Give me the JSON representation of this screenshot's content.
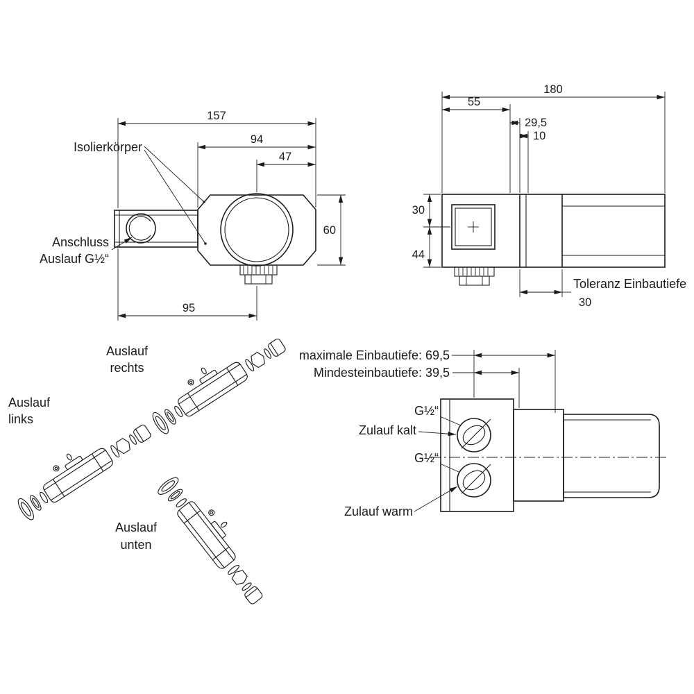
{
  "front_view": {
    "dims": {
      "d157": "157",
      "d94": "94",
      "d47": "47",
      "d60": "60",
      "d95": "95"
    },
    "labels": {
      "isolierkoerper": "Isolierkörper",
      "anschluss1": "Anschluss",
      "anschluss2": "Auslauf G½“"
    }
  },
  "side_view": {
    "dims": {
      "d180": "180",
      "d55": "55",
      "d29_5": "29,5",
      "d10": "10",
      "d30": "30",
      "d44": "44",
      "toleranz_value": "30"
    },
    "labels": {
      "toleranz": "Toleranz Einbautiefe"
    }
  },
  "outlet_variants": {
    "rechts1": "Auslauf",
    "rechts2": "rechts",
    "links1": "Auslauf",
    "links2": "links",
    "unten1": "Auslauf",
    "unten2": "unten"
  },
  "inlet_view": {
    "labels": {
      "max": "maximale Einbautiefe: 69,5",
      "min": "Mindesteinbautiefe: 39,5",
      "g12_top": "G½“",
      "zulauf_kalt": "Zulauf kalt",
      "g12_bottom": "G½“",
      "zulauf_warm": "Zulauf warm"
    }
  },
  "colors": {
    "line": "#1c1c1c",
    "background": "#ffffff"
  }
}
